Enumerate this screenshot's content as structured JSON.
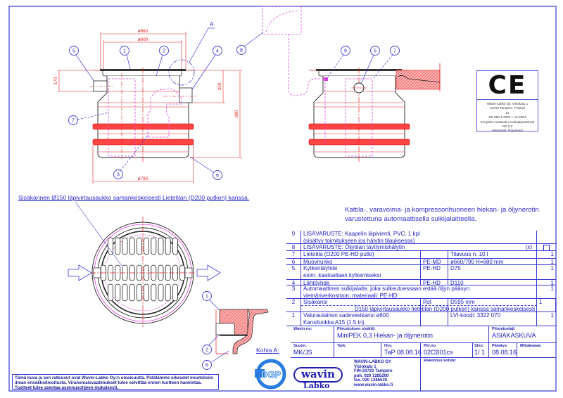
{
  "drawing": {
    "dimensions": {
      "d660": "ø660",
      "d600": "ø600",
      "d790": "ø790",
      "h170": "170",
      "h250": "250",
      "h680": "680"
    },
    "detail_marker": "A",
    "callouts_front": [
      "5",
      "1",
      "2",
      "4",
      "7",
      "3",
      "6"
    ],
    "callouts_side": [
      "8",
      "9",
      "5",
      "7"
    ],
    "callouts_detail": [
      "1",
      "2",
      "6"
    ],
    "caption": "Sisäkannen Ø150 läpivirtausaukko samankeskeisesti Lietetilan (D200 putken) kanssa.",
    "detail_label": "Kohta A:",
    "description": [
      "Kattila-, varavoima- ja kompressorihuoneen hiekan- ja öljynerotin",
      "varustettuna automaattisella sulkijalaitteella."
    ],
    "colors": {
      "border": "#3a3ad8",
      "text": "#2323c8",
      "dimension": "#e82020",
      "hidden": "#e040e0",
      "outline": "#222222"
    }
  },
  "ce_mark": {
    "logo": "CE",
    "lines": [
      "Wavin-Labko Oy, Visiokatu 1",
      "33720 Tampere, Finland",
      "13",
      "EN 858-1:2002 + A1:2004",
      "Kevyiden nesteiden erotinjärjestelmät",
      "NS 0,3",
      "Materiaali: Polyeteeni"
    ]
  },
  "parts": [
    {
      "no": "9",
      "span": true,
      "lines": [
        "LISÄVARUSTE: Kaapelin läpivienti, PVC, 1 kpl",
        "(sisältyy toimitukseen jos hälytin tilauksessa)"
      ],
      "qty": ""
    },
    {
      "no": "8",
      "span": true,
      "lines": [
        "LISÄVARUSTE: Öljytilan täyttymishälytin"
      ],
      "extra": "(x)",
      "qty": "",
      "checkbox": true
    },
    {
      "no": "7",
      "lines": [
        "Lietetila (D200 PE-HD putki)"
      ],
      "material": "",
      "spec": "Tilavuus n. 10 l",
      "qty": "1"
    },
    {
      "no": "6",
      "lines": [
        "Muovirunko"
      ],
      "material": "PE-MD",
      "spec": "ø660/790 H=680 mm",
      "qty": "1"
    },
    {
      "no": "5",
      "lines": [
        "Kytkentäyhde",
        "esim. kaatoaltaan kytkemiseksi"
      ],
      "material": "PE-HD",
      "spec": "D75",
      "qty": "1"
    },
    {
      "no": "4",
      "lines": [
        "Lähtöyhde"
      ],
      "material": "PE-HD",
      "spec": "D110",
      "qty": "1"
    },
    {
      "no": "3",
      "span": true,
      "lines": [
        "Automaattinen sulkijalaite, joka sulkeutuessaan estää öljyn pääsyn",
        "viemäriverkostoon, materiaali: PE-HD"
      ],
      "qty": "1"
    },
    {
      "no": "2",
      "lines": [
        "Sisäkansi"
      ],
      "material": "Rst",
      "spec": "D595 mm",
      "qty": "1",
      "subline": "D150 läpivirtausaukko lietetilan (D200 putken) kanssa samankeskeisesti"
    },
    {
      "no": "1",
      "lines": [
        "Valurautainen sadevesikansi ø600",
        "Kansiluokka A15 (1.5 tn)"
      ],
      "material": "",
      "spec": "LVI-koodi: 3322 070",
      "qty": "1"
    }
  ],
  "title_block": {
    "wavin_no": {
      "label": "Wavin no:",
      "value": ""
    },
    "content": {
      "label": "Piirustuksen sisältö:",
      "value": "MiniPEK 0,3 Hiekan- ja öljynerotin"
    },
    "type": {
      "label": "Piirustuslaji:",
      "value": "ASIAKASKUVA"
    },
    "designer": {
      "label": "Suunn.",
      "value": "MK/JS"
    },
    "checked": {
      "label": "Tark.",
      "value": ""
    },
    "approved": {
      "label": "Hyv.",
      "value": "TaP  08.08.16"
    },
    "drawing_no": {
      "label": "Piir.no",
      "value": "02CB01cs"
    },
    "page": {
      "label": "Sivu:",
      "value": "1/ 1"
    },
    "date": {
      "label": "Päiväys:",
      "value": "08.08.16"
    },
    "scale": {
      "label": "Mittakaava:",
      "value": ""
    },
    "site": {
      "label": "Rakennus kohde:",
      "value": ""
    },
    "logo_top": "wavin",
    "logo_bottom": "Labko",
    "company": [
      "WAVIN-LABKO OY",
      "Visiokatu 1",
      "FIN-33720 Tampere",
      "puh. 020 1285200",
      "fax. 020 1285530",
      "www.wavin-labko.fi"
    ]
  },
  "certification_logo": "DGP",
  "disclaimer": "Tämä kuva ja sen ratkaisut ovat Wavin-Labko Oy:n omaisuutta. Pidätämme oikeudet muutoksiin ilman ennakkoilmoitusta. Viranomaisvaatimukset tulee selvittää ennen tuotteen hankintaa. Tuotteet tulee asentaa asennusohjeen mukaisesti."
}
